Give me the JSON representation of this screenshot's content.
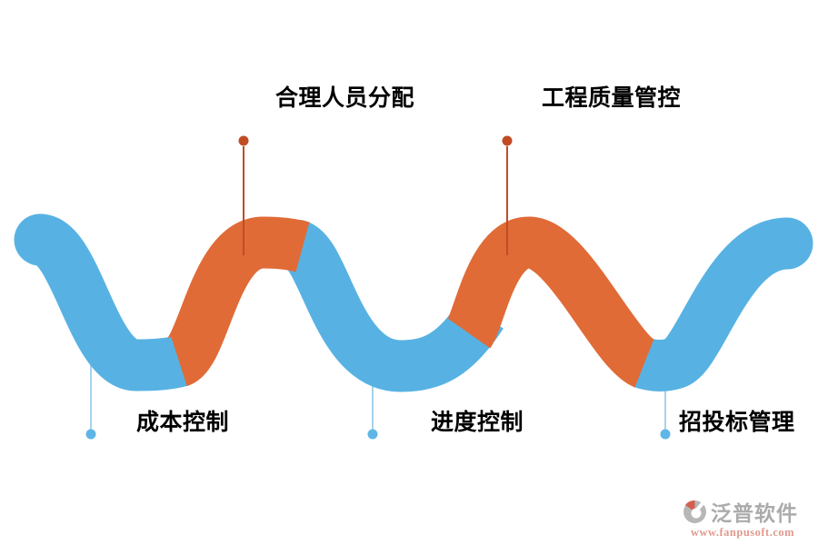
{
  "diagram": {
    "top_labels": [
      "合理人员分配",
      "工程质量管控"
    ],
    "bottom_labels": [
      "成本控制",
      "进度控制",
      "招投标管理"
    ]
  },
  "colors": {
    "wave_blue": "#57B2E3",
    "wave_orange": "#E06B37",
    "top_callout": "#C14C24",
    "bottom_callout_line": "#A6D3EE",
    "bottom_callout_dot": "#5FB6E6",
    "label_text": "#000000",
    "watermark_text": "#ABABAB",
    "watermark_url": "#E09A8E"
  },
  "watermark": {
    "brand": "泛普软件",
    "url": "www.fanpusoft.com"
  }
}
